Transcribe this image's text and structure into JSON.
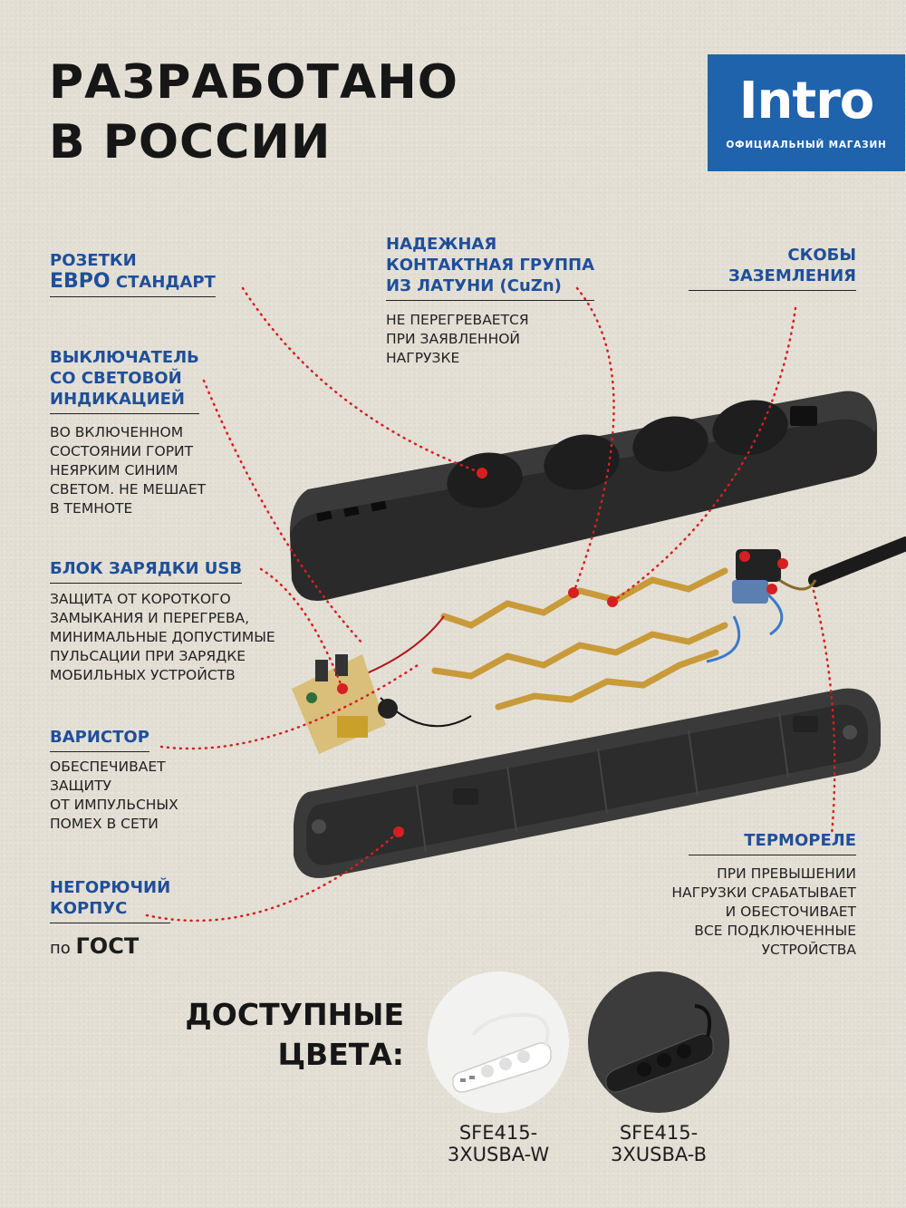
{
  "headline": {
    "line1": "РАЗРАБОТАНО",
    "line2": "В РОССИИ"
  },
  "logo": {
    "brand": "Intro",
    "subtitle": "ОФИЦИАЛЬНЫЙ МАГАЗИН",
    "color": "#1f63ad"
  },
  "accent_color": "#1f4f9a",
  "callout_color": "#d42020",
  "features": {
    "euro_sockets": {
      "label_top": "РОЗЕТКИ",
      "label_big": "ЕВРО",
      "label_rest": "СТАНДАРТ"
    },
    "contact_group": {
      "label_lines": [
        "НАДЕЖНАЯ",
        "КОНТАКТНАЯ ГРУППА",
        "ИЗ ЛАТУНИ (CuZn)"
      ],
      "desc_lines": [
        "НЕ ПЕРЕГРЕВАЕТСЯ",
        "ПРИ ЗАЯВЛЕННОЙ",
        "НАГРУЗКЕ"
      ]
    },
    "grounding": {
      "label_lines": [
        "СКОБЫ",
        "ЗАЗЕМЛЕНИЯ"
      ]
    },
    "switch": {
      "label_lines": [
        "ВЫКЛЮЧАТЕЛЬ",
        "СО СВЕТОВОЙ",
        "ИНДИКАЦИЕЙ"
      ],
      "desc_lines": [
        "ВО ВКЛЮЧЕННОМ",
        "СОСТОЯНИИ ГОРИТ",
        "НЕЯРКИМ СИНИМ",
        "СВЕТОМ. НЕ МЕШАЕТ",
        "В ТЕМНОТЕ"
      ]
    },
    "usb_block": {
      "label": "БЛОК ЗАРЯДКИ USB",
      "desc_lines": [
        "ЗАЩИТА ОТ КОРОТКОГО",
        "ЗАМЫКАНИЯ И ПЕРЕГРЕВА,",
        "МИНИМАЛЬНЫЕ ДОПУСТИМЫЕ",
        "ПУЛЬСАЦИИ ПРИ ЗАРЯДКЕ",
        "МОБИЛЬНЫХ УСТРОЙСТВ"
      ]
    },
    "varistor": {
      "label": "ВАРИСТОР",
      "desc_lines": [
        "ОБЕСПЕЧИВАЕТ",
        "ЗАЩИТУ",
        "ОТ ИМПУЛЬСНЫХ",
        "ПОМЕХ В СЕТИ"
      ]
    },
    "housing": {
      "label_lines": [
        "НЕГОРЮЧИЙ",
        "КОРПУС"
      ],
      "gost_prefix": "по",
      "gost": "ГОСТ"
    },
    "thermal_relay": {
      "label": "ТЕРМОРЕЛЕ",
      "desc_lines": [
        "ПРИ ПРЕВЫШЕНИИ",
        "НАГРУЗКИ СРАБАТЫВАЕТ",
        "И ОБЕСТОЧИВАЕТ",
        "ВСЕ ПОДКЛЮЧЕННЫЕ",
        "УСТРОЙСТВА"
      ]
    }
  },
  "colors_section": {
    "title_lines": [
      "ДОСТУПНЫЕ",
      "ЦВЕТА:"
    ],
    "variants": [
      {
        "model_lines": [
          "SFE415-",
          "3XUSBA-W"
        ],
        "color": "white"
      },
      {
        "model_lines": [
          "SFE415-",
          "3XUSBA-B"
        ],
        "color": "black"
      }
    ]
  }
}
